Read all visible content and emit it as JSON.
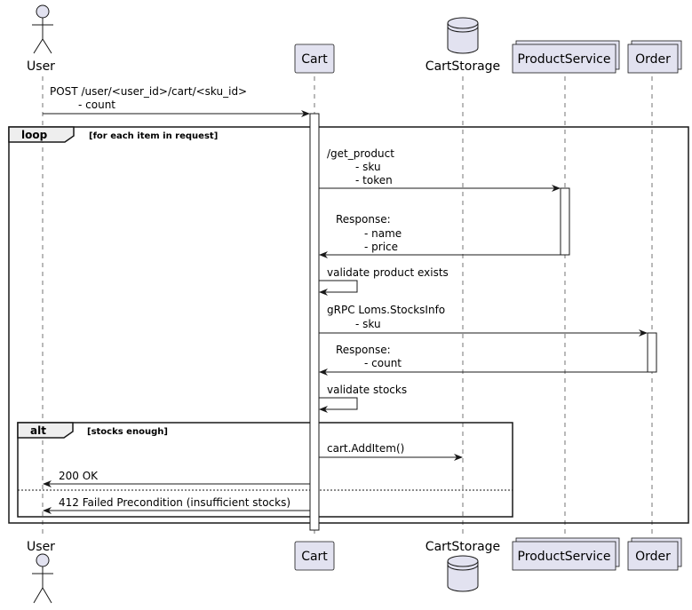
{
  "participants": {
    "user": {
      "label": "User",
      "kind": "actor"
    },
    "cart": {
      "label": "Cart",
      "kind": "participant"
    },
    "cart_storage": {
      "label": "CartStorage",
      "kind": "database"
    },
    "product_service": {
      "label": "ProductService",
      "kind": "collections"
    },
    "order": {
      "label": "Order",
      "kind": "collections"
    }
  },
  "messages": {
    "m1": {
      "from": "User",
      "to": "Cart",
      "lines": [
        "POST /user/<user_id>/cart/<sku_id>",
        "- count"
      ]
    },
    "m2": {
      "from": "Cart",
      "to": "ProductService",
      "lines": [
        "/get_product",
        "- sku",
        "- token"
      ]
    },
    "m3": {
      "from": "ProductService",
      "to": "Cart",
      "lines": [
        "Response:",
        "- name",
        "- price"
      ]
    },
    "m4": {
      "from": "Cart",
      "to": "Cart",
      "lines": [
        "validate product exists"
      ]
    },
    "m5": {
      "from": "Cart",
      "to": "Order",
      "lines": [
        "gRPC Loms.StocksInfo",
        "- sku"
      ]
    },
    "m6": {
      "from": "Order",
      "to": "Cart",
      "lines": [
        "Response:",
        "- count"
      ]
    },
    "m7": {
      "from": "Cart",
      "to": "Cart",
      "lines": [
        "validate stocks"
      ]
    },
    "m8": {
      "from": "Cart",
      "to": "CartStorage",
      "lines": [
        "cart.AddItem()"
      ]
    },
    "m9": {
      "from": "Cart",
      "to": "User",
      "lines": [
        "200 OK"
      ]
    },
    "m10": {
      "from": "Cart",
      "to": "User",
      "lines": [
        "412 Failed Precondition (insufficient stocks)"
      ]
    }
  },
  "frames": {
    "loop": {
      "label": "loop",
      "guard": "[for each item in request]"
    },
    "alt": {
      "label": "alt",
      "guard": "[stocks enough]"
    }
  },
  "colors": {
    "participant_fill": "#E2E2F0",
    "participant_stroke": "#181818",
    "lifeline": "#181818",
    "activation_fill": "#FFFFFF"
  }
}
